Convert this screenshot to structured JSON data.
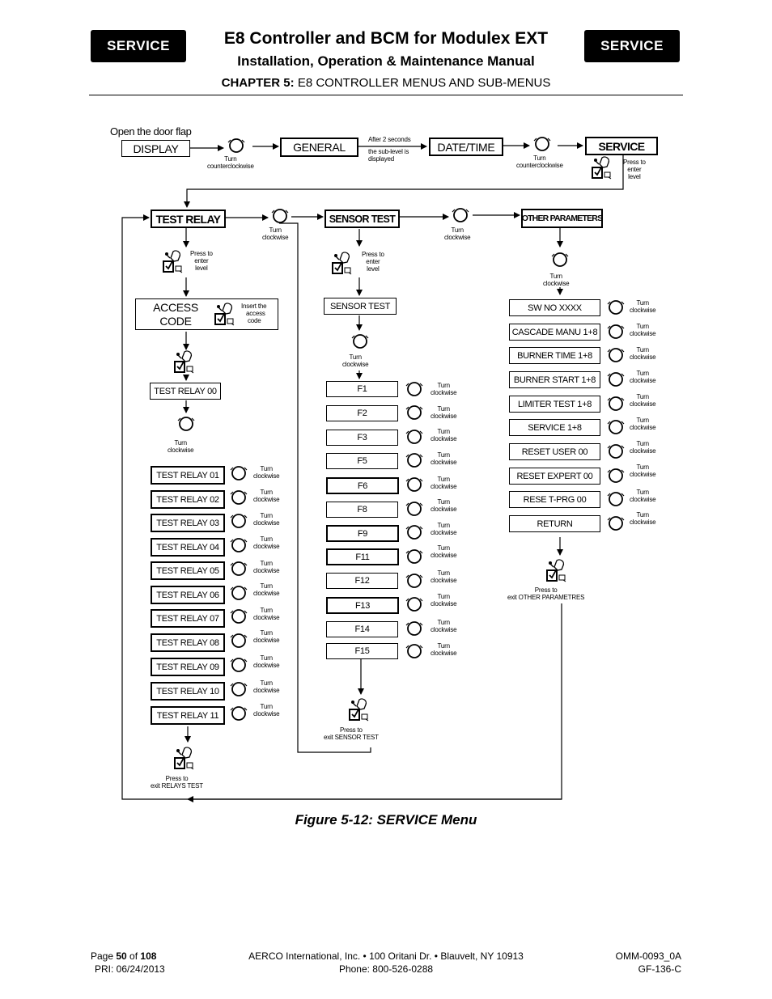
{
  "header": {
    "badge_left": "SERVICE",
    "badge_right": "SERVICE",
    "title": "E8 Controller and BCM for Modulex EXT",
    "subtitle": "Installation, Operation & Maintenance Manual",
    "chapter_label": "CHAPTER 5:",
    "chapter_title": "E8 CONTROLLER MENUS AND SUB-MENUS"
  },
  "diagram": {
    "open_door": "Open the door flap",
    "display": "DISPLAY",
    "general": "GENERAL",
    "date_time": "DATE/TIME",
    "service": "SERVICE",
    "after_note_1": "After 2 seconds",
    "after_note_2": "the sub-level is",
    "after_note_3": "displayed",
    "turn": "Turn",
    "counterclockwise": "counterclockwise",
    "clockwise": "clockwise",
    "press_to": "Press to",
    "enter": "enter",
    "level": "level",
    "test_relay": "TEST RELAY",
    "sensor_test_title": "SENSOR TEST",
    "other_parameters": "OTHER PARAMETERS",
    "access_line1": "ACCESS",
    "access_line2": "CODE",
    "insert_1": "Insert the",
    "insert_2": "access",
    "insert_3": "code",
    "test_relay_00": "TEST RELAY 00",
    "relays": [
      "TEST RELAY 01",
      "TEST RELAY 02",
      "TEST RELAY 03",
      "TEST RELAY 04",
      "TEST RELAY 05",
      "TEST RELAY 06",
      "TEST RELAY 07",
      "TEST RELAY 08",
      "TEST RELAY 09",
      "TEST RELAY 10",
      "TEST RELAY 11"
    ],
    "sensor_test_box": "SENSOR TEST",
    "sensors": [
      "F1",
      "F2",
      "F3",
      "F5",
      "F6",
      "F8",
      "F9",
      "F11",
      "F12",
      "F13",
      "F14",
      "F15"
    ],
    "params": [
      "SW NO XXXX",
      "CASCADE MANU 1+8",
      "BURNER TIME 1+8",
      "BURNER START 1+8",
      "LIMITER TEST 1+8",
      "SERVICE 1+8",
      "RESET USER 00",
      "RESET EXPERT 00",
      "RESE T-PRG 00",
      "RETURN"
    ],
    "press_to_exit": "Press to",
    "exit_relays": "exit RELAYS TEST",
    "exit_sensor": "exit  SENSOR TEST",
    "exit_other": "exit  OTHER PARAMETRES"
  },
  "caption": "Figure 5-12:  SERVICE Menu",
  "footer": {
    "page_prefix": "Page ",
    "page_num": "50",
    "page_of": " of ",
    "page_total": "108",
    "pri": "PRI:  06/24/2013",
    "company": "AERCO International, Inc. • 100 Oritani Dr. •  Blauvelt, NY 10913",
    "phone": "Phone: 800-526-0288",
    "doc": "OMM-0093_0A",
    "form": "GF-136-C"
  }
}
